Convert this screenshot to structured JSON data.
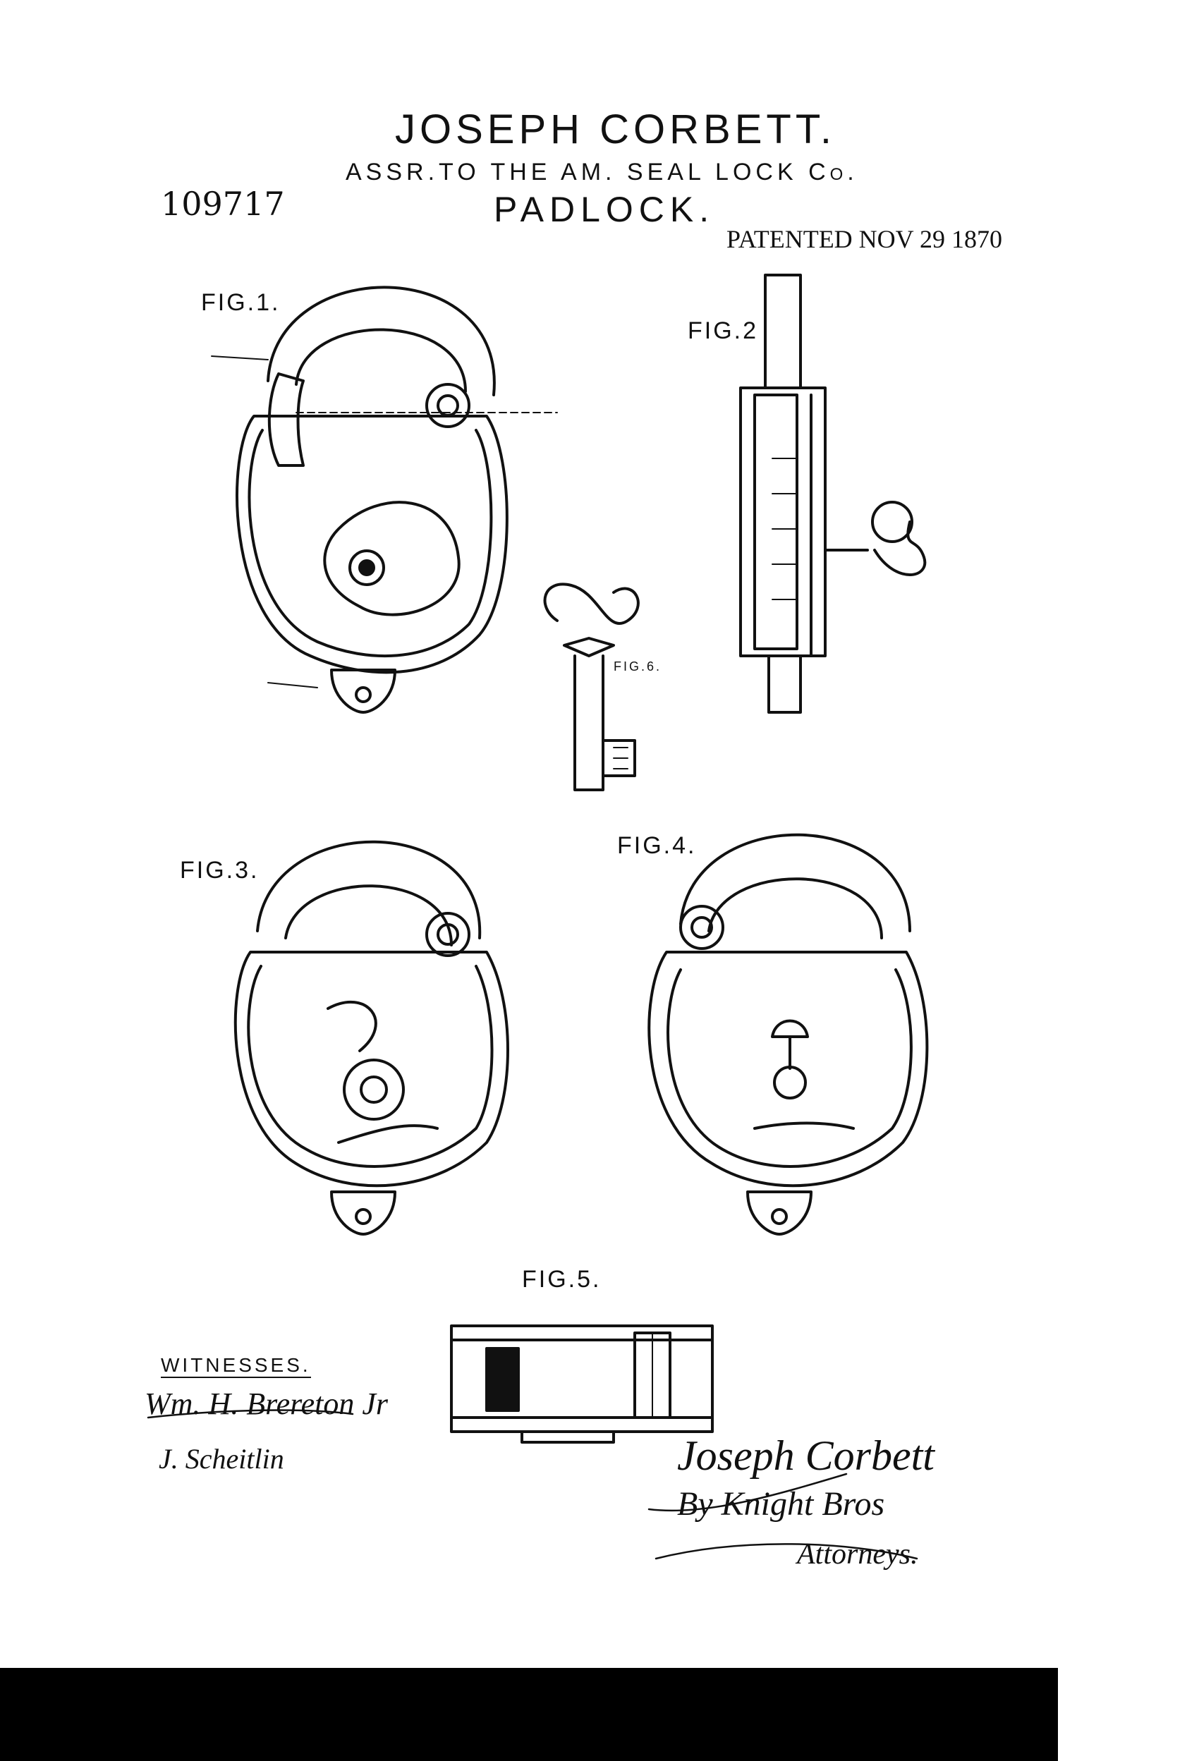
{
  "header": {
    "inventor": "JOSEPH CORBETT.",
    "assignee": "ASSR.TO THE AM. SEAL LOCK Co.",
    "patent_number": "109717",
    "invention": "PADLOCK.",
    "date": "PATENTED NOV 29 1870"
  },
  "figures": {
    "fig1": "FIG.1.",
    "fig2": "FIG.2",
    "fig3": "FIG.3.",
    "fig4": "FIG.4.",
    "fig5": "FIG.5.",
    "fig6": "FIG.6."
  },
  "witnesses": {
    "title": "WITNESSES.",
    "names": [
      "Wm. H. Brereton Jr",
      "J. Scheitlin"
    ]
  },
  "signature": {
    "inventor": "Joseph Corbett",
    "by": "By Knight Bros",
    "role": "Attorneys."
  }
}
